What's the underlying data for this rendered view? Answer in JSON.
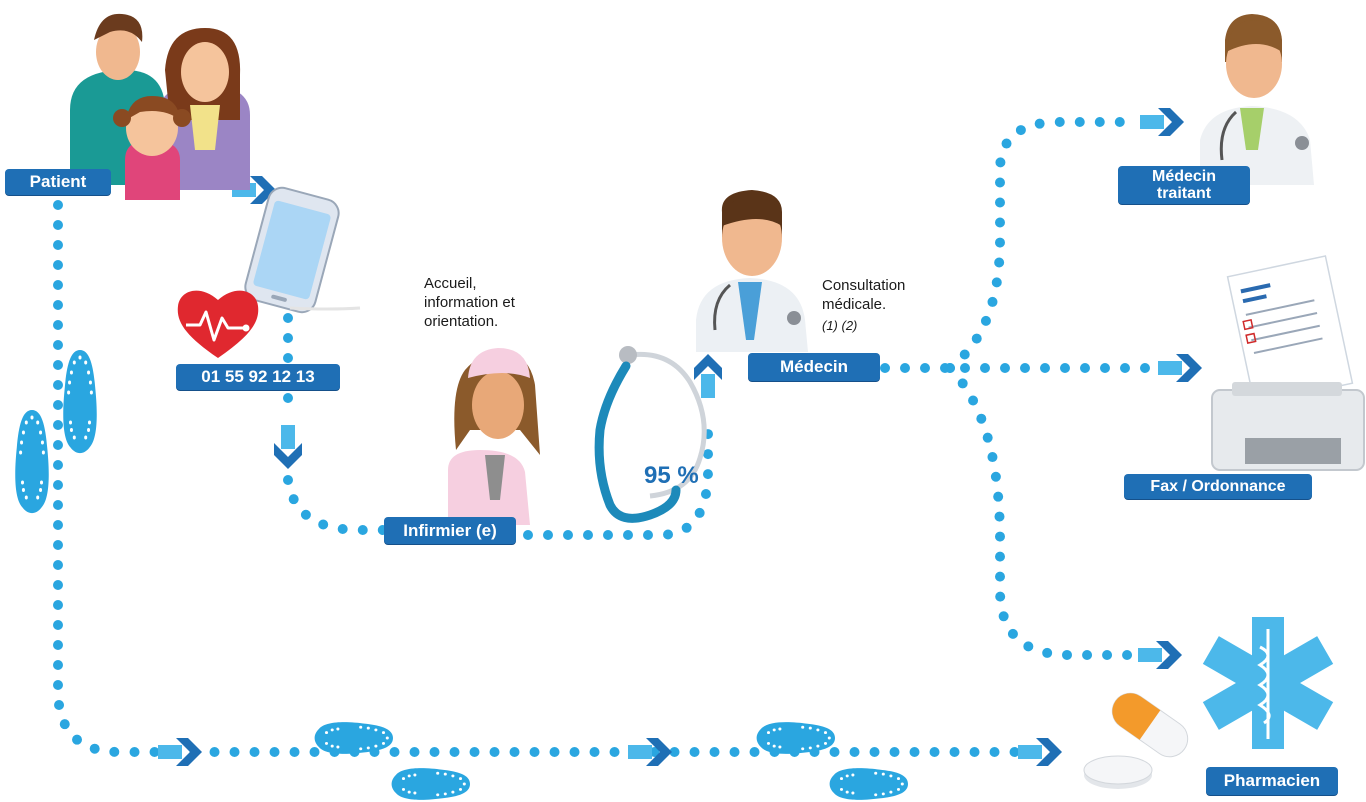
{
  "roles": {
    "patient": "Patient",
    "nurse": "Infirmier (e)",
    "doctor": "Médecin",
    "gp_line1": "Médecin",
    "gp_line2": "traitant",
    "fax": "Fax / Ordonnance",
    "pharmacist": "Pharmacien"
  },
  "phone_number": "01 55 92 12 13",
  "notes": {
    "nurse": "Accueil,\ninformation et\norientation.",
    "doctor": "Consultation\nmédicale.",
    "doctor_refs": "(1) (2)"
  },
  "measurement": "95 %",
  "colors": {
    "dots": "#2aa6e0",
    "badge": "#1f6fb5",
    "arrow_light": "#4cb8ea",
    "arrow_dark": "#1f6fb5"
  },
  "icons": [
    "family-icon",
    "smartphone-icon",
    "heart-pulse-icon",
    "nurse-icon",
    "stethoscope-icon",
    "doctor-icon",
    "general-practitioner-icon",
    "fax-prescription-icon",
    "pills-icon",
    "star-of-life-icon",
    "footprints-icon",
    "chevron-arrow-icon"
  ]
}
